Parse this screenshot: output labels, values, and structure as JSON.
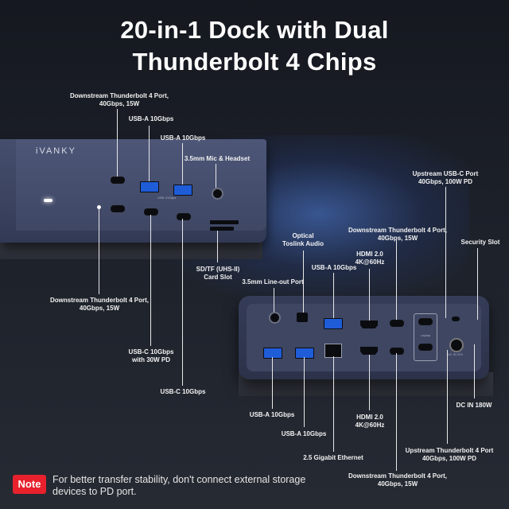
{
  "title": {
    "line1": "20-in-1 Dock with Dual",
    "line2": "Thunderbolt 4 Chips"
  },
  "brand": "iVANKY",
  "front_labels": {
    "tb4_top": "Downstream Thunderbolt 4 Port,\n40Gbps, 15W",
    "usba1": "USB-A 10Gbps",
    "usba2": "USB-A 10Gbps",
    "mic": "3.5mm Mic & Headset",
    "tb4_bottom": "Downstream Thunderbolt 4 Port,\n40Gbps, 15W",
    "usbc_pd": "USB-C 10Gbps\nwith 30W PD",
    "usbc": "USB-C 10Gbps",
    "sd": "SD/TF (UHS-II)\nCard Slot"
  },
  "rear_labels": {
    "optical": "Optical\nToslink Audio",
    "usba_top": "USB-A 10Gbps",
    "hdmi_top": "HDMI 2.0\n4K@60Hz",
    "tb4_down_top": "Downstream Thunderbolt 4 Port,\n40Gbps, 15W",
    "upstream_c": "Upstream USB-C Port\n40Gbps, 100W PD",
    "security": "Security Slot",
    "lineout": "3.5mm Line-out Port",
    "usba_left": "USB-A 10Gbps",
    "usba_bottom": "USB-A 10Gbps",
    "ethernet": "2.5 Gigabit Ethernet",
    "hdmi_bottom": "HDMI 2.0\n4K@60Hz",
    "tb4_down_bottom": "Downstream Thunderbolt 4 Port,\n40Gbps, 15W",
    "upstream_tb4": "Upstream Thunderbolt 4 Port\n40Gbps, 100W PD",
    "dcin": "DC IN 180W"
  },
  "device_text": {
    "usb10": "USB 10Gbps",
    "laptop": "Laptop",
    "dc": "DC IN 20V"
  },
  "note": {
    "badge": "Note",
    "text": "For better transfer stability, don't connect external storage devices to PD port."
  },
  "colors": {
    "usb_a_blue": "#1f5cd8",
    "note_red": "#e8212d"
  }
}
